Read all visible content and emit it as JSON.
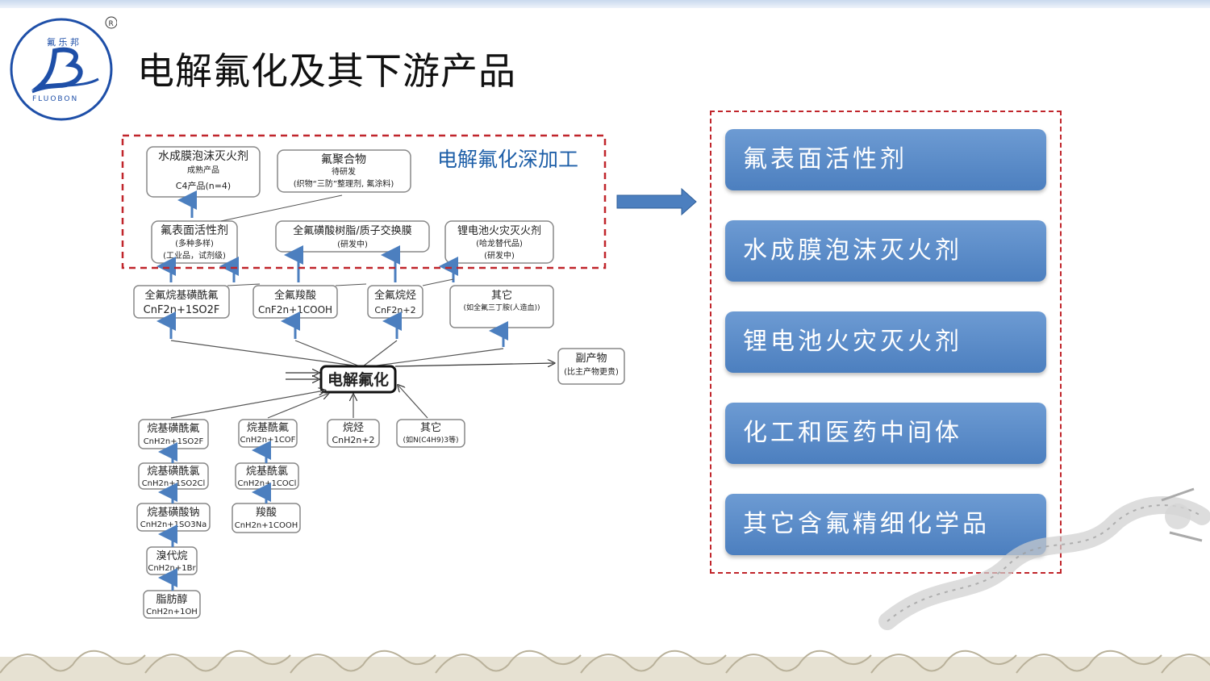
{
  "header": {
    "title": "电解氟化及其下游产品",
    "logo": {
      "top_text": "氟 乐 邦",
      "bottom_text": "FLUOBON",
      "registered": "R",
      "icon": "fluobon-logo-icon"
    }
  },
  "diagram": {
    "deep_processing_label": "电解氟化深加工",
    "center": "电解氟化",
    "top_products": [
      {
        "name": "水成膜泡沫灭火剂",
        "l1": "成熟产品",
        "l2": "C4产品(n=4)"
      },
      {
        "name": "氟聚合物",
        "l1": "待研发",
        "l2": "(织物“三防”整理剂, 氟涂料)"
      }
    ],
    "mid_products": [
      {
        "name": "氟表面活性剂",
        "l1": "(多种多样)",
        "l2": "(工业品，试剂级)"
      },
      {
        "name": "全氟磺酸树脂/质子交换膜",
        "l1": "(研发中)",
        "l2": ""
      },
      {
        "name": "锂电池火灾灭火剂",
        "l1": "(哈龙替代品)",
        "l2": "(研发中)"
      }
    ],
    "perfluoro": [
      {
        "name": "全氟烷基磺酰氟",
        "formula": "CnF2n+1SO2F"
      },
      {
        "name": "全氟羧酸",
        "formula": "CnF2n+1COOH"
      },
      {
        "name": "全氟烷烃",
        "formula": "CnF2n+2"
      },
      {
        "name": "其它",
        "formula": "(如全氟三丁胺(人造血))"
      }
    ],
    "byproduct": {
      "name": "副产物",
      "note": "(比主产物更贵)"
    },
    "feedstocks": [
      {
        "name": "烷基磺酰氟",
        "formula": "CnH2n+1SO2F"
      },
      {
        "name": "烷基酰氟",
        "formula": "CnH2n+1COF"
      },
      {
        "name": "烷烃",
        "formula": "CnH2n+2"
      },
      {
        "name": "其它",
        "formula": "(如N(C4H9)3等)"
      }
    ],
    "chain_left": [
      {
        "name": "烷基磺酰氯",
        "formula": "CnH2n+1SO2Cl"
      },
      {
        "name": "烷基磺酸钠",
        "formula": "CnH2n+1SO3Na"
      },
      {
        "name": "溴代烷",
        "formula": "CnH2n+1Br"
      },
      {
        "name": "脂肪醇",
        "formula": "CnH2n+1OH"
      }
    ],
    "chain_mid": [
      {
        "name": "烷基酰氯",
        "formula": "CnH2n+1COCl"
      },
      {
        "name": "羧酸",
        "formula": "CnH2n+1COOH"
      }
    ]
  },
  "products": {
    "items": [
      "氟表面活性剂",
      "水成膜泡沫灭火剂",
      "锂电池火灾灭火剂",
      "化工和医药中间体",
      "其它含氟精细化学品"
    ]
  },
  "colors": {
    "button": "#5b8ccb",
    "dashed_frame": "#c0252b",
    "arrow": "#4c7fbf",
    "label_blue": "#1e5fa8"
  }
}
